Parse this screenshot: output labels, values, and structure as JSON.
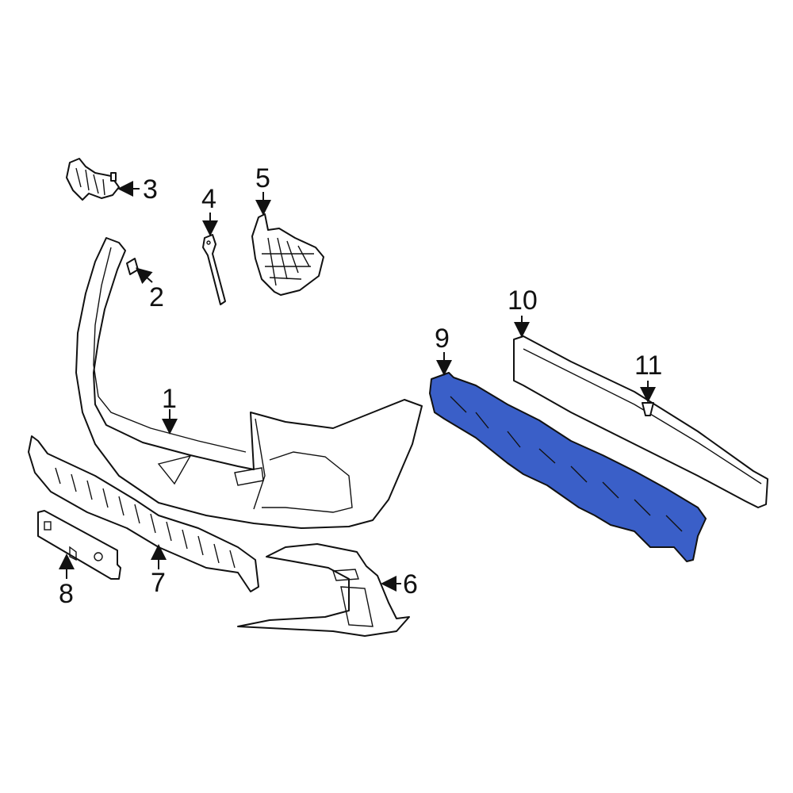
{
  "diagram": {
    "type": "exploded-parts-diagram",
    "subject": "Front bumper assembly",
    "highlight_color": "#3a5fc8",
    "line_color": "#111111",
    "background": "#ffffff",
    "highlighted_part": "9"
  },
  "callouts": [
    {
      "id": "1",
      "label": "1",
      "part": "bumper-cover"
    },
    {
      "id": "2",
      "label": "2",
      "part": "small-clip"
    },
    {
      "id": "3",
      "label": "3",
      "part": "side-bracket"
    },
    {
      "id": "4",
      "label": "4",
      "part": "support-bracket"
    },
    {
      "id": "5",
      "label": "5",
      "part": "side-retainer"
    },
    {
      "id": "6",
      "label": "6",
      "part": "fog-lamp-bezel"
    },
    {
      "id": "7",
      "label": "7",
      "part": "lower-grille-reinforcement"
    },
    {
      "id": "8",
      "label": "8",
      "part": "license-bracket"
    },
    {
      "id": "9",
      "label": "9",
      "part": "energy-absorber"
    },
    {
      "id": "10",
      "label": "10",
      "part": "reinforcement-beam"
    },
    {
      "id": "11",
      "label": "11",
      "part": "push-pin-clip"
    }
  ]
}
